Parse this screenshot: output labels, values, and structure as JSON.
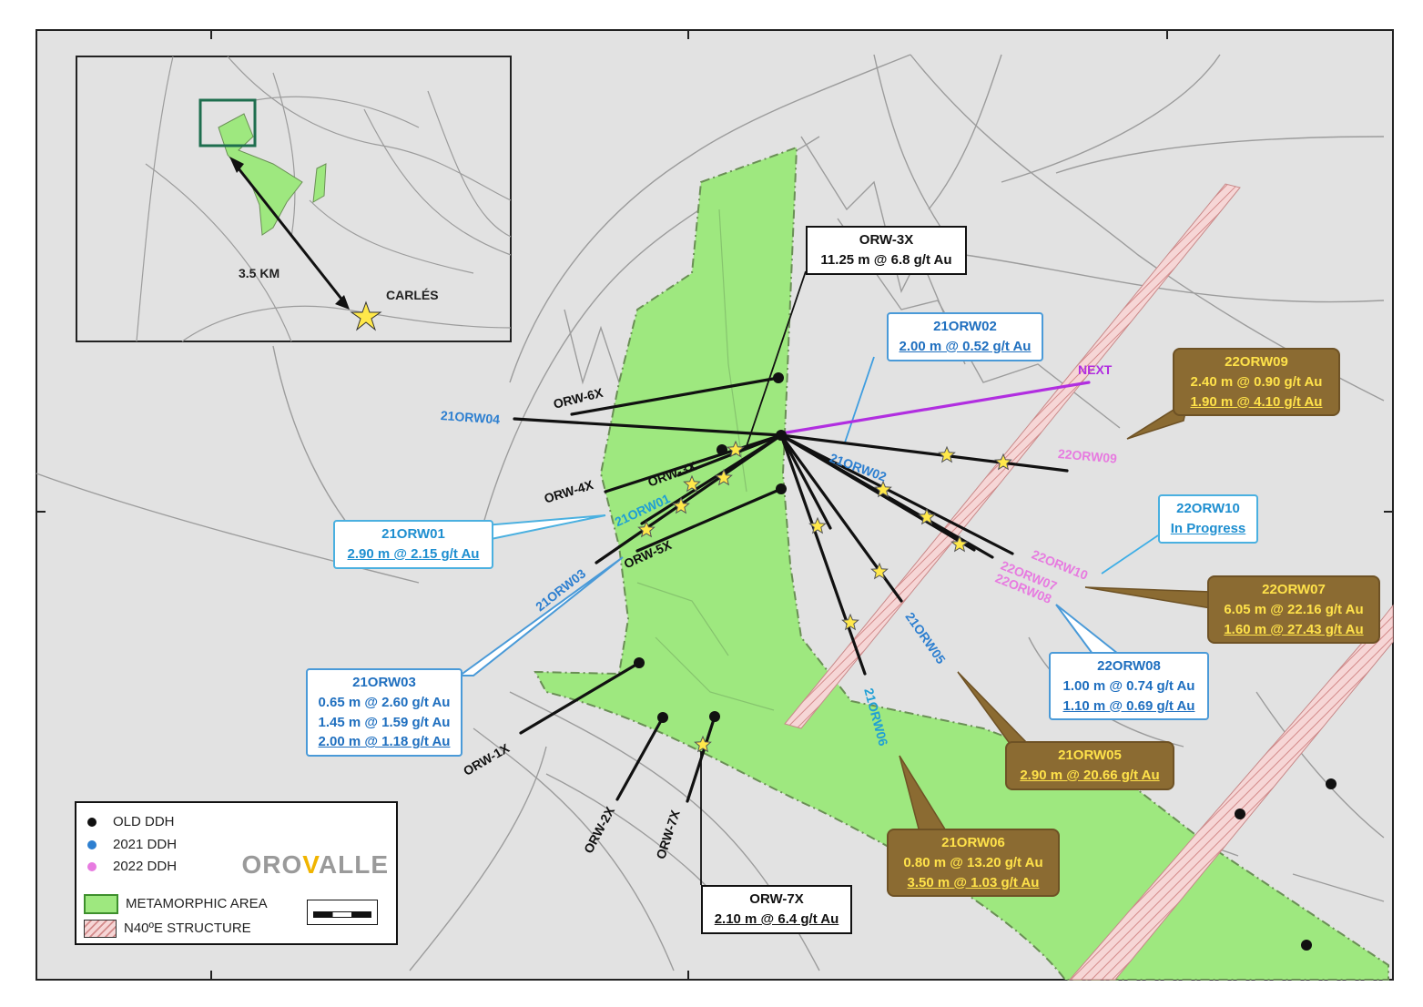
{
  "inset": {
    "distance_label": "3.5 KM",
    "town_label": "CARLÉS"
  },
  "callouts": {
    "orw3x": {
      "title": "ORW-3X",
      "lines": [
        "11.25 m @ 6.8 g/t Au"
      ]
    },
    "r21orw02": {
      "title": "21ORW02",
      "lines": [
        "2.00 m @ 0.52 g/t Au"
      ]
    },
    "r22orw09": {
      "title": "22ORW09",
      "lines": [
        "2.40 m @ 0.90 g/t Au",
        "1.90 m @ 4.10 g/t Au"
      ]
    },
    "r22orw10": {
      "title": "22ORW10",
      "lines": [
        "In Progress"
      ]
    },
    "r21orw01": {
      "title": "21ORW01",
      "lines": [
        "2.90 m @ 2.15 g/t Au"
      ]
    },
    "r22orw07": {
      "title": "22ORW07",
      "lines": [
        "6.05 m @ 22.16 g/t Au",
        "1.60 m @ 27.43 g/t Au"
      ]
    },
    "r22orw08": {
      "title": "22ORW08",
      "lines": [
        "1.00 m @ 0.74 g/t Au",
        "1.10 m @ 0.69 g/t Au"
      ]
    },
    "r21orw03": {
      "title": "21ORW03",
      "lines": [
        "0.65 m @ 2.60 g/t Au",
        "1.45 m @ 1.59 g/t Au",
        "2.00 m @ 1.18 g/t Au"
      ]
    },
    "r21orw05": {
      "title": "21ORW05",
      "lines": [
        "2.90 m @ 20.66 g/t Au"
      ]
    },
    "r21orw06": {
      "title": "21ORW06",
      "lines": [
        "0.80 m @ 13.20 g/t Au",
        "3.50 m @ 1.03 g/t Au"
      ]
    },
    "orw7x": {
      "title": "ORW-7X",
      "lines": [
        "2.10 m @ 6.4 g/t Au"
      ]
    }
  },
  "hole_labels": {
    "orw6x": "ORW-6X",
    "r21orw04": "21ORW04",
    "orw4x": "ORW-4X",
    "orw3x": "ORW-3X",
    "r21orw01": "21ORW01",
    "r21orw02": "21ORW02",
    "r21orw03": "21ORW03",
    "orw5x": "ORW-5X",
    "orw1x": "ORW-1X",
    "orw2x": "ORW-2X",
    "orw7x": "ORW-7X",
    "next": "NEXT",
    "r22orw09": "22ORW09",
    "r22orw10": "22ORW10",
    "r22orw07": "22ORW07",
    "r22orw08": "22ORW08",
    "r21orw05": "21ORW05",
    "r21orw06": "21ORW06"
  },
  "legend": {
    "old_ddh": "OLD DDH",
    "ddh_2021": "2021 DDH",
    "ddh_2022": "2022 DDH",
    "metamorphic": "METAMORPHIC AREA",
    "structure": "N40ºE  STRUCTURE",
    "logo_pre": "ORO",
    "logo_v": "V",
    "logo_post": "ALLE",
    "colors": {
      "metamorphic": "#9ee87f",
      "structure": "#f2cccc",
      "old_ddh": "#000000",
      "ddh_2021": "#2d7fd0",
      "ddh_2022": "#e77be0",
      "next": "#b12ee0"
    }
  }
}
